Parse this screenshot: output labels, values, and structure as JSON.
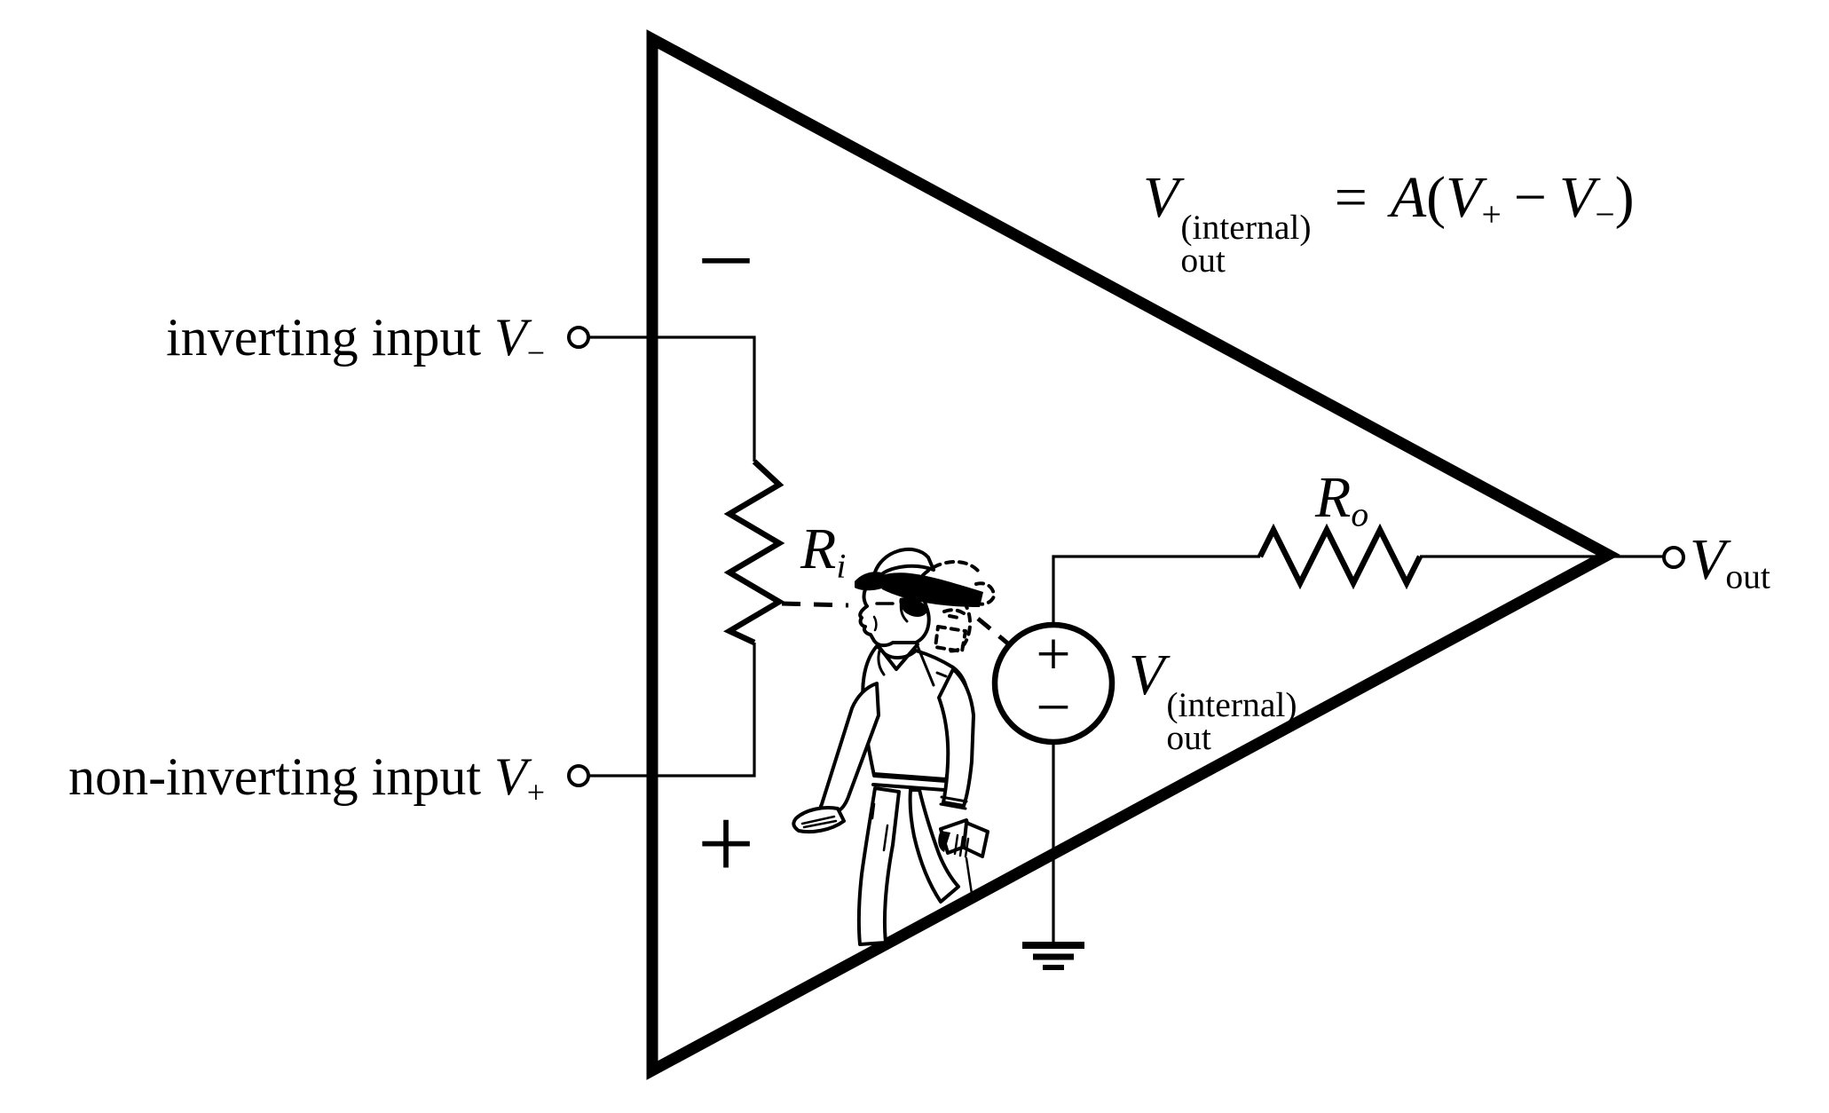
{
  "colors": {
    "ink": "#000000",
    "background": "#ffffff"
  },
  "equation": {
    "var": "V",
    "sup": "(internal)",
    "sub": "out",
    "equals": "=",
    "gain": "A",
    "lparen": "(",
    "v_plus_var": "V",
    "v_plus_sub": "+",
    "minus_op": "−",
    "v_minus_var": "V",
    "v_minus_sub": "−",
    "rparen": ")"
  },
  "inputs": {
    "inverting": {
      "label": "inverting input",
      "var": "V",
      "sub": "−"
    },
    "noninverting": {
      "label": "non-inverting input",
      "var": "V",
      "sub": "+"
    }
  },
  "opamp_markers": {
    "minus": "−",
    "plus": "+"
  },
  "resistor_input": {
    "var": "R",
    "sub": "i"
  },
  "resistor_output": {
    "var": "R",
    "sub": "o"
  },
  "source": {
    "plus": "+",
    "minus": "−",
    "var": "V",
    "sup": "(internal)",
    "sub": "out"
  },
  "output": {
    "var": "V",
    "sub": "out"
  }
}
